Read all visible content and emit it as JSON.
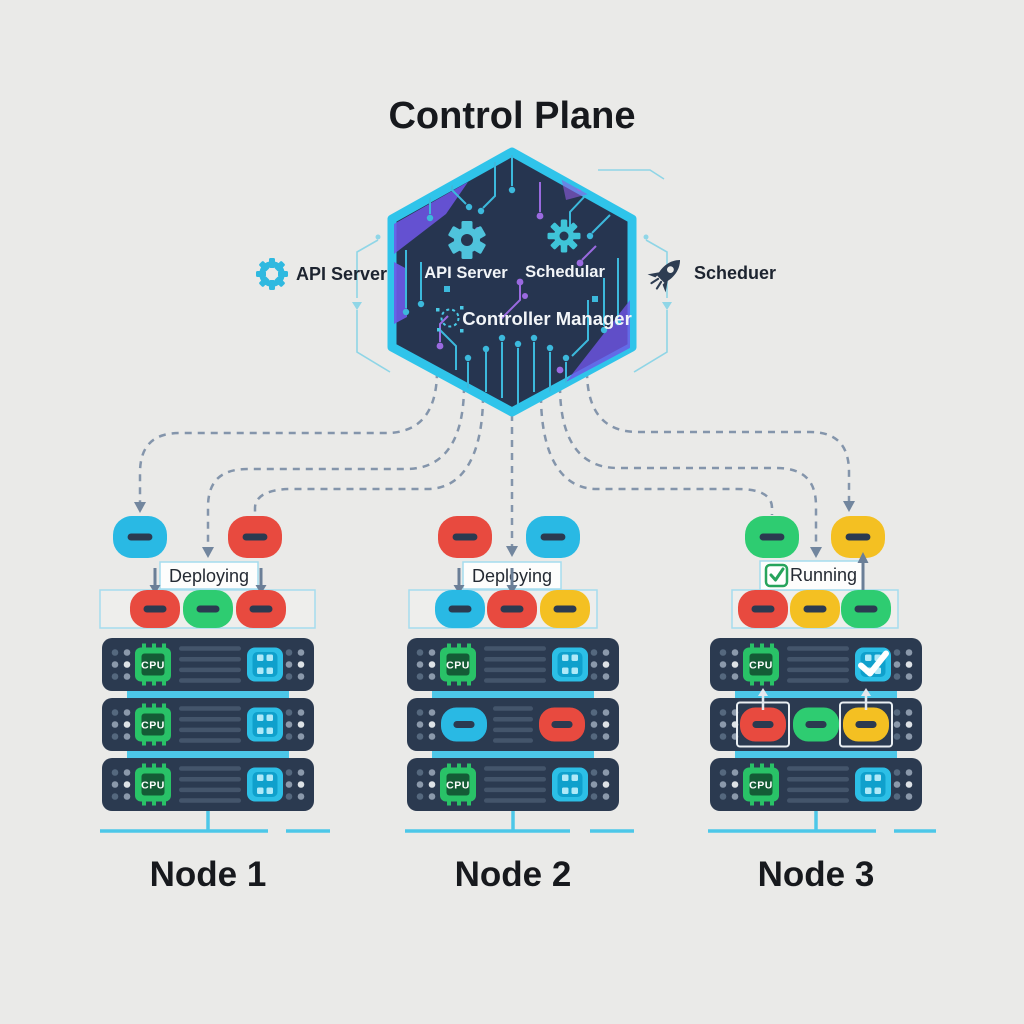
{
  "title": "Control Plane",
  "control_plane": {
    "components": [
      {
        "label": "API Server",
        "icon": "gear-icon"
      },
      {
        "label": "Schedular",
        "icon": "cog-icon"
      },
      {
        "label": "Controller Manager",
        "icon": "dashed-gear-icon"
      }
    ],
    "left_annotation": {
      "label": "API Server",
      "icon": "helm-gear-icon"
    },
    "right_annotation": {
      "label": "Scheduer",
      "icon": "rocket-icon"
    }
  },
  "nodes": [
    {
      "label": "Node 1",
      "status": {
        "text": "Deploying",
        "checked": false
      },
      "incoming_pods": [
        "cyan",
        "red"
      ],
      "staging_pods": [
        "red",
        "green",
        "red"
      ],
      "servers": [
        {
          "type": "chips",
          "cpu_label": "CPU"
        },
        {
          "type": "chips",
          "cpu_label": "CPU"
        },
        {
          "type": "chips",
          "cpu_label": "CPU"
        }
      ]
    },
    {
      "label": "Node 2",
      "status": {
        "text": "Deploying",
        "checked": false
      },
      "incoming_pods": [
        "red",
        "cyan"
      ],
      "staging_pods": [
        "cyan",
        "red",
        "yellow"
      ],
      "servers": [
        {
          "type": "chips",
          "cpu_label": "CPU"
        },
        {
          "type": "pods",
          "pods": [
            "cyan",
            "red"
          ]
        },
        {
          "type": "chips",
          "cpu_label": "CPU"
        }
      ]
    },
    {
      "label": "Node 3",
      "status": {
        "text": "Running",
        "checked": true
      },
      "incoming_pods": [
        "green",
        "yellow"
      ],
      "staging_pods": [
        "red",
        "yellow",
        "green"
      ],
      "servers": [
        {
          "type": "chips",
          "cpu_label": "CPU",
          "badge": "check"
        },
        {
          "type": "pods",
          "pods": [
            "red",
            "green",
            "yellow"
          ],
          "highlighted": [
            0,
            2
          ],
          "arrows_up": [
            0,
            2
          ]
        },
        {
          "type": "chips",
          "cpu_label": "CPU"
        }
      ]
    }
  ],
  "colors": {
    "background": "#eaeae8",
    "hexagon_fill": "#263550",
    "hexagon_border": "#2fc4ea",
    "circuit_cyan": "#3cb9dc",
    "circuit_purple": "#9a6ae0",
    "server_body": "#2b3a50",
    "accent_cyan": "#4cc7e8",
    "dashed_line": "#8495ab",
    "solid_arrow": "#6b7f97",
    "status_border": "#a5dcee",
    "check_green": "#27a45c",
    "pod_cyan": "#29b9e4",
    "pod_red": "#e84a3f",
    "pod_green": "#2ecc71",
    "pod_yellow": "#f4c022",
    "pod_dash": "#2b3a50",
    "text_dark": "#17191d",
    "text_light": "#f2f5f8"
  }
}
